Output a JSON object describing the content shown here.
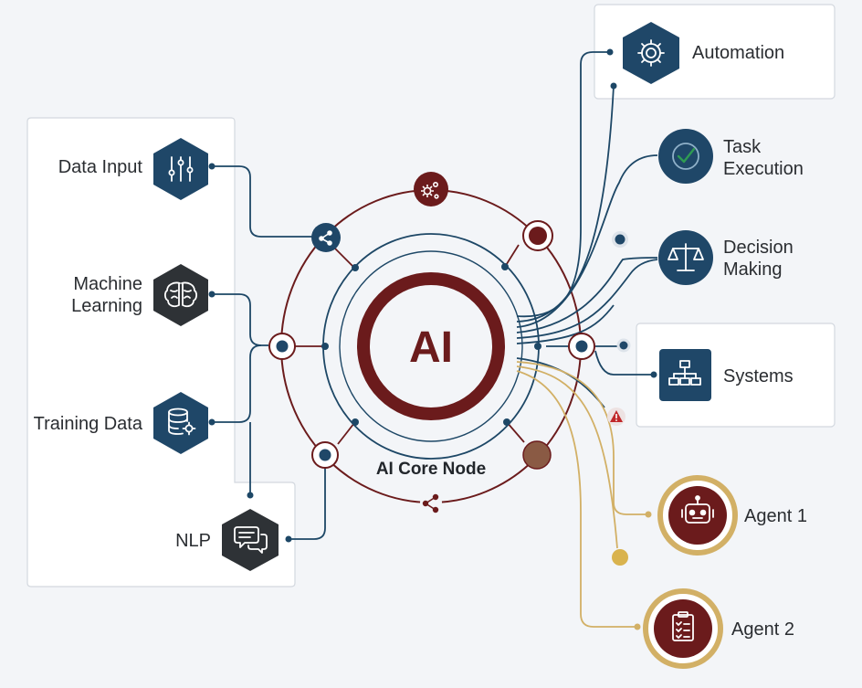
{
  "core": {
    "title": "AI",
    "caption": "AI Core Node"
  },
  "inputs": [
    {
      "label_lines": [
        "Data Input"
      ],
      "icon": "sliders-icon"
    },
    {
      "label_lines": [
        "Machine",
        "Learning"
      ],
      "icon": "brain-icon"
    },
    {
      "label_lines": [
        "Training Data"
      ],
      "icon": "database-gear-icon"
    },
    {
      "label_lines": [
        "NLP"
      ],
      "icon": "chat-bubbles-icon"
    }
  ],
  "outputs": [
    {
      "label_lines": [
        "Automation"
      ],
      "icon": "gear-icon"
    },
    {
      "label_lines": [
        "Task",
        "Execution"
      ],
      "icon": "checkmark-circle-icon"
    },
    {
      "label_lines": [
        "Decision",
        "Making"
      ],
      "icon": "scales-icon"
    },
    {
      "label_lines": [
        "Systems"
      ],
      "icon": "hierarchy-icon"
    }
  ],
  "agents": [
    {
      "label": "Agent 1",
      "icon": "robot-icon"
    },
    {
      "label": "Agent 2",
      "icon": "clipboard-checklist-icon"
    }
  ],
  "colors": {
    "navy": "#1f4768",
    "maroon": "#6b1b1c",
    "gold": "#d2b066",
    "charcoal": "#2e3236",
    "alert": "#c0282a"
  }
}
